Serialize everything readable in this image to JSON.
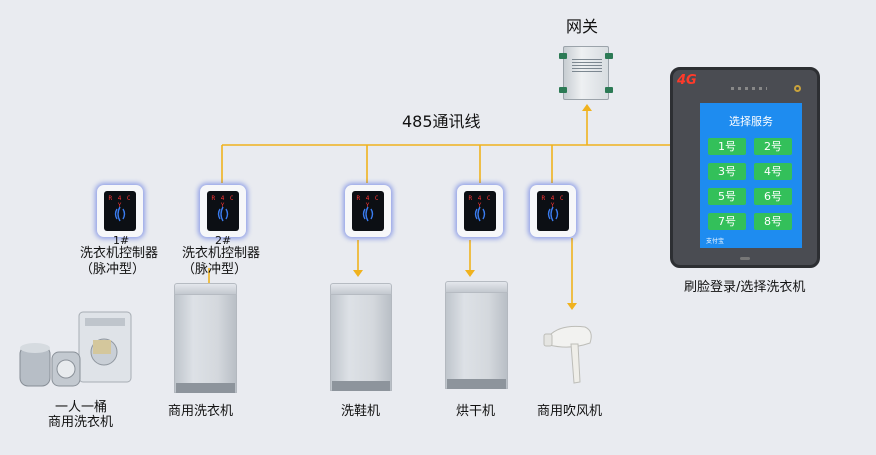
{
  "gateway": {
    "label": "网关"
  },
  "bus": {
    "label": "485通讯线"
  },
  "controllers": [
    {
      "led": "R 4 C Y",
      "number": "1#",
      "name": "洗衣机控制器",
      "type": "（脉冲型）"
    },
    {
      "led": "R 4 C Y",
      "number": "2#",
      "name": "洗衣机控制器",
      "type": "（脉冲型）"
    },
    {
      "led": "R 4 C Y"
    },
    {
      "led": "R 4 C Y"
    },
    {
      "led": "R 4 C Y"
    }
  ],
  "devices": [
    {
      "label_line1": "一人一桶",
      "label_line2": "商用洗衣机"
    },
    {
      "label": "商用洗衣机"
    },
    {
      "label": "洗鞋机"
    },
    {
      "label": "烘干机"
    },
    {
      "label": "商用吹风机"
    }
  ],
  "terminal": {
    "badge": "4G",
    "screen_title": "选择服务",
    "buttons": [
      "1号",
      "2号",
      "3号",
      "4号",
      "5号",
      "6号",
      "7号",
      "8号"
    ],
    "brand": "支付宝",
    "caption": "刷脸登录/选择洗衣机"
  },
  "colors": {
    "bus_line": "#f0b21e",
    "screen": "#1e8cf0",
    "button": "#33c05a",
    "glow": "#2846dc"
  }
}
